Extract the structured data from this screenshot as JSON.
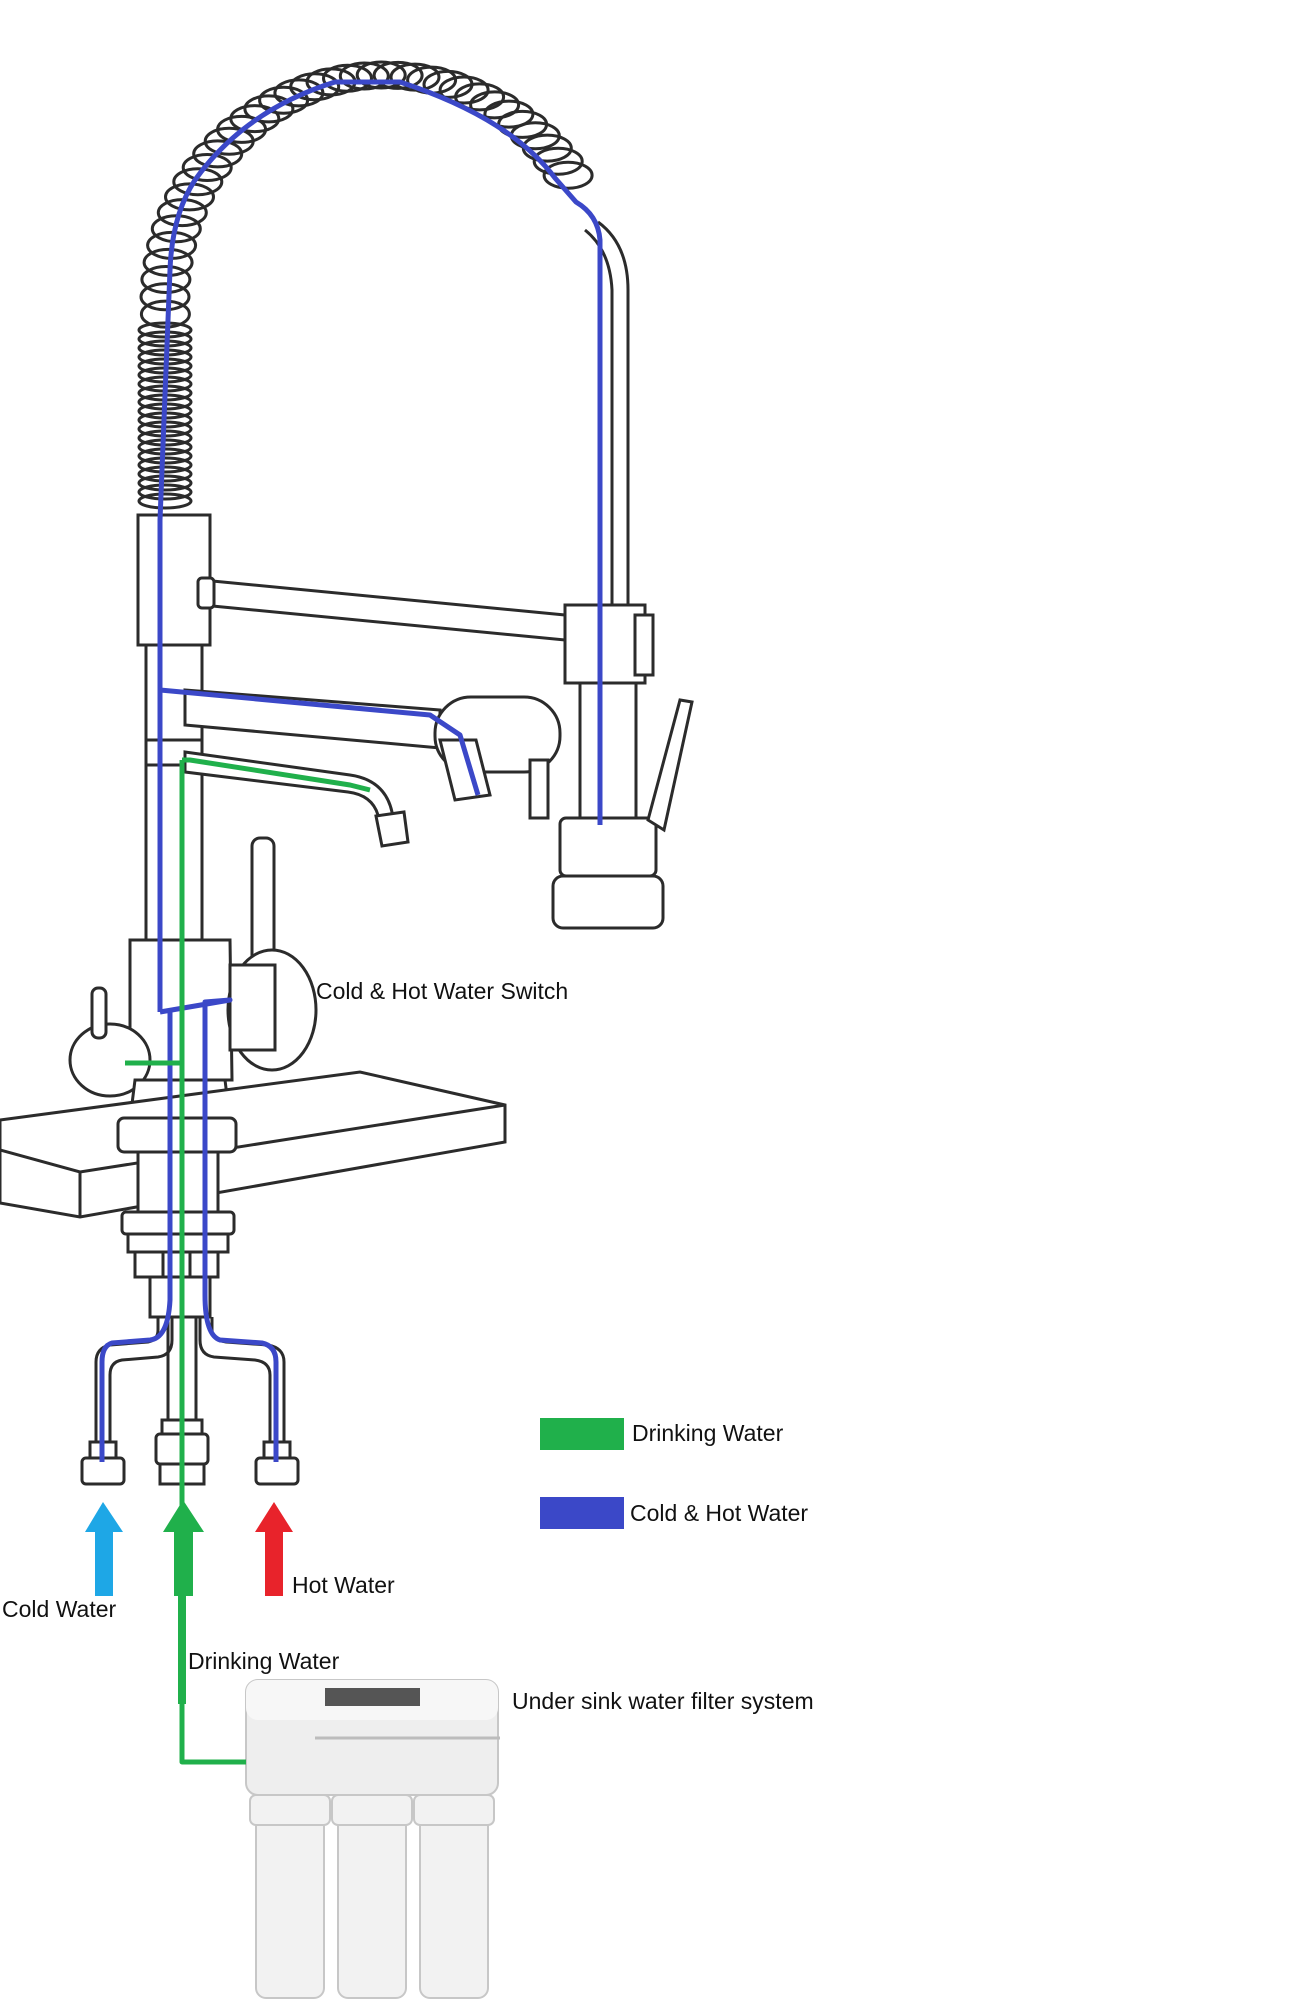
{
  "labels": {
    "switch": "Cold & Hot Water Switch",
    "cold_inlet": "Cold Water",
    "hot_inlet": "Hot Water",
    "drinking_inlet": "Drinking Water",
    "filter": "Under sink water filter system"
  },
  "legend": [
    {
      "name": "Drinking Water",
      "color": "#20b04b"
    },
    {
      "name": "Cold & Hot Water",
      "color": "#3b48c8"
    }
  ],
  "colors": {
    "drinking_line": "#20b04b",
    "mixed_line": "#3b48c8",
    "cold_arrow": "#1ea7e6",
    "hot_arrow": "#e8232b",
    "outline": "#2b2b2b"
  }
}
